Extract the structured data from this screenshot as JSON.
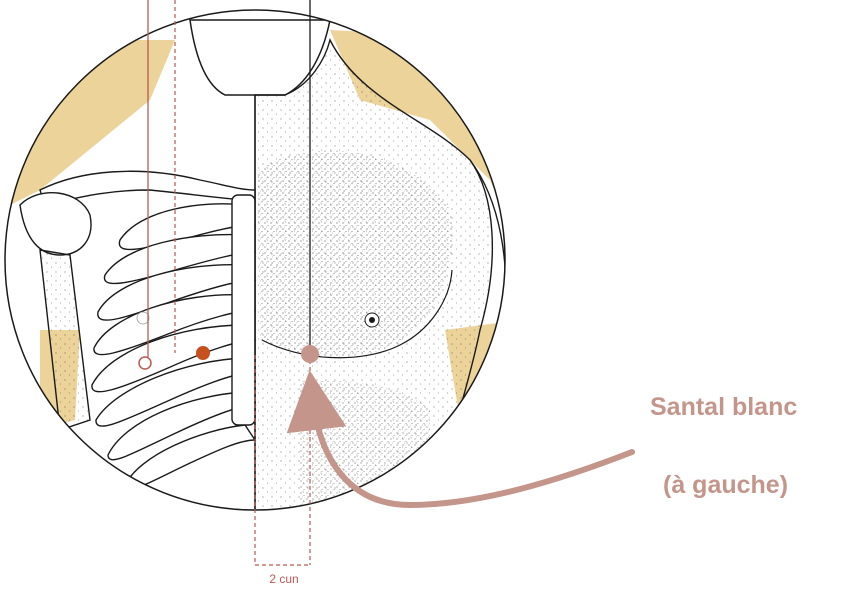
{
  "point_name": "Santal blanc",
  "point_side": "(à gauche)",
  "measure_label": "2 cun",
  "colors": {
    "accent": "#c4958a",
    "point_orange": "#c8501e",
    "skin_tone": "#ecd39a",
    "line_ink": "#1a1a1a",
    "guide_red": "#b85a52"
  },
  "icons": {
    "target_point": "filled-circle",
    "reference_point_open": "open-circle",
    "reference_point_filled": "filled-circle",
    "arrow": "curved-arrow"
  }
}
